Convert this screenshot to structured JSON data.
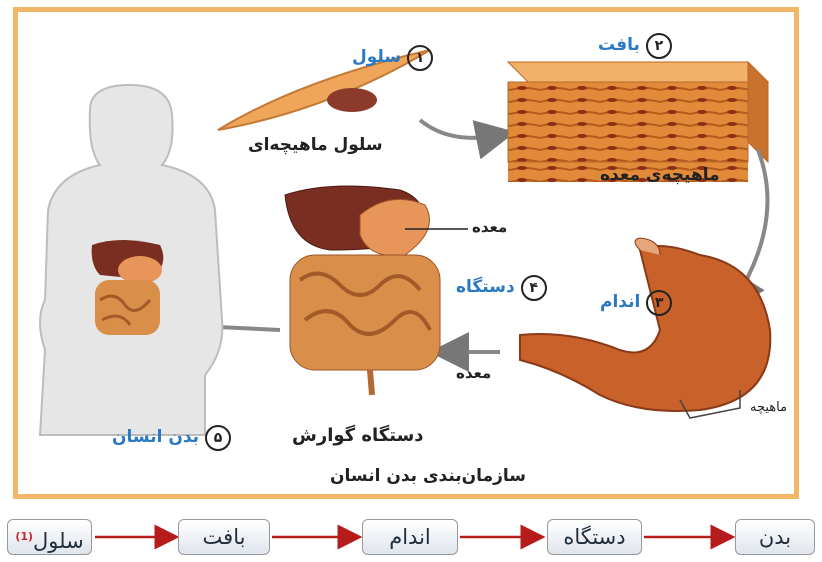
{
  "diagram": {
    "cell_label": "سلول",
    "cell_caption": "سلول ماهیچه‌ای",
    "tissue_label": "بافت",
    "tissue_caption": "ماهیچه‌ی معده",
    "organ_label": "اندام",
    "organ_muscle_caption": "ماهیچه",
    "organ_arrow_caption": "معده",
    "system_label": "دستگاه",
    "system_stomach_caption": "معده",
    "system_caption": "دستگاه گوارش",
    "body_label": "بدن انسان",
    "title": "سازمان‌بندی بدن انسان",
    "numbers": {
      "cell": "١",
      "tissue": "٢",
      "organ": "٣",
      "system": "۴",
      "body": "۵"
    }
  },
  "flow": {
    "items": [
      "سلول",
      "بافت",
      "اندام",
      "دستگاه",
      "بدن"
    ],
    "footnote": "(1)"
  },
  "colors": {
    "frame": "#f2b766",
    "label_blue": "#2a79c4",
    "arrow_red": "#b71c1c"
  }
}
